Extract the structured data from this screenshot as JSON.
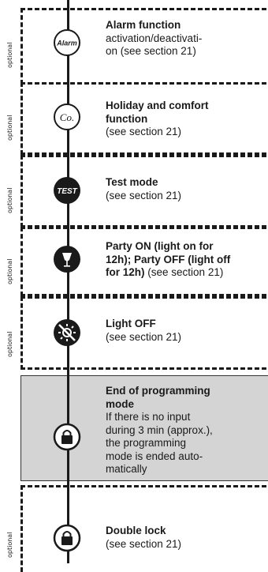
{
  "optional_label": "optional",
  "steps": [
    {
      "icon": "alarm-badge-icon",
      "badge": "Alarm",
      "title": "Alarm function",
      "body": "activation/deactivati-on (see section 21)",
      "body_lines": [
        "activation/deactivati-",
        "on (see section 21)"
      ],
      "optional": true
    },
    {
      "icon": "comfort-badge-icon",
      "badge": "Co.",
      "title_lines": [
        "Holiday and comfort",
        "function"
      ],
      "body": "(see section 21)",
      "optional": true
    },
    {
      "icon": "test-badge-icon",
      "badge": "TEST",
      "title": "Test mode",
      "body": "(see section 21)",
      "optional": true
    },
    {
      "icon": "party-glass-icon",
      "title_lines": [
        "Party ON (light on for",
        "12h); Party OFF (light off",
        "for 12h)"
      ],
      "body": "(see section 21)",
      "optional": true
    },
    {
      "icon": "light-off-icon",
      "title": "Light OFF",
      "body": "(see section 21)",
      "optional": true
    },
    {
      "icon": "lock-icon",
      "title_lines": [
        "End of programming",
        "mode"
      ],
      "body_lines": [
        "If there is no input",
        "during 3 min (approx.),",
        "the programming",
        "mode is ended auto-",
        "matically"
      ],
      "optional": false
    },
    {
      "icon": "double-lock-icon",
      "title": "Double lock",
      "body": "(see section 21)",
      "optional": true
    }
  ]
}
